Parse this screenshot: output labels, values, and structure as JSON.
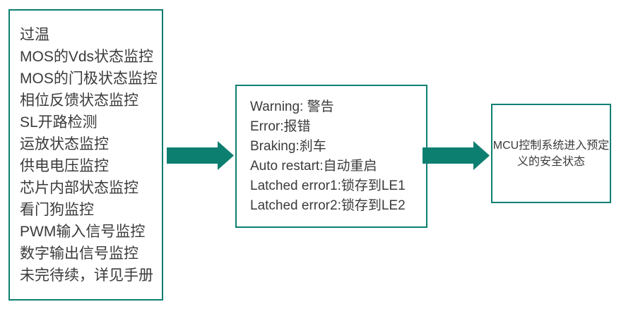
{
  "diagram": {
    "type": "flow",
    "accent_color": "#0d7f71",
    "text_color": "#3b3b3b",
    "background_color": "#ffffff",
    "boxes": {
      "monitoring": {
        "name": "monitoring-items",
        "lines": [
          "过温",
          "MOS的Vds状态监控",
          "MOS的门极状态监控",
          "相位反馈状态监控",
          "SL开路检测",
          "运放状态监控",
          "供电电压监控",
          "芯片内部状态监控",
          "看门狗监控",
          "PWM输入信号监控",
          "数字输出信号监控",
          "未完待续，详见手册"
        ]
      },
      "responses": {
        "name": "response-actions",
        "lines": [
          "Warning: 警告",
          "Error:报错",
          "Braking:刹车",
          "Auto restart:自动重启",
          "Latched error1:锁存到LE1",
          "Latched error2:锁存到LE2"
        ]
      },
      "safe_state": {
        "name": "mcu-safe-state",
        "text": "MCU控制系统进入预定义的安全状态"
      }
    },
    "arrows": [
      {
        "name": "arrow-monitoring-to-responses",
        "direction": "right"
      },
      {
        "name": "arrow-responses-to-safe-state",
        "direction": "right"
      }
    ]
  }
}
